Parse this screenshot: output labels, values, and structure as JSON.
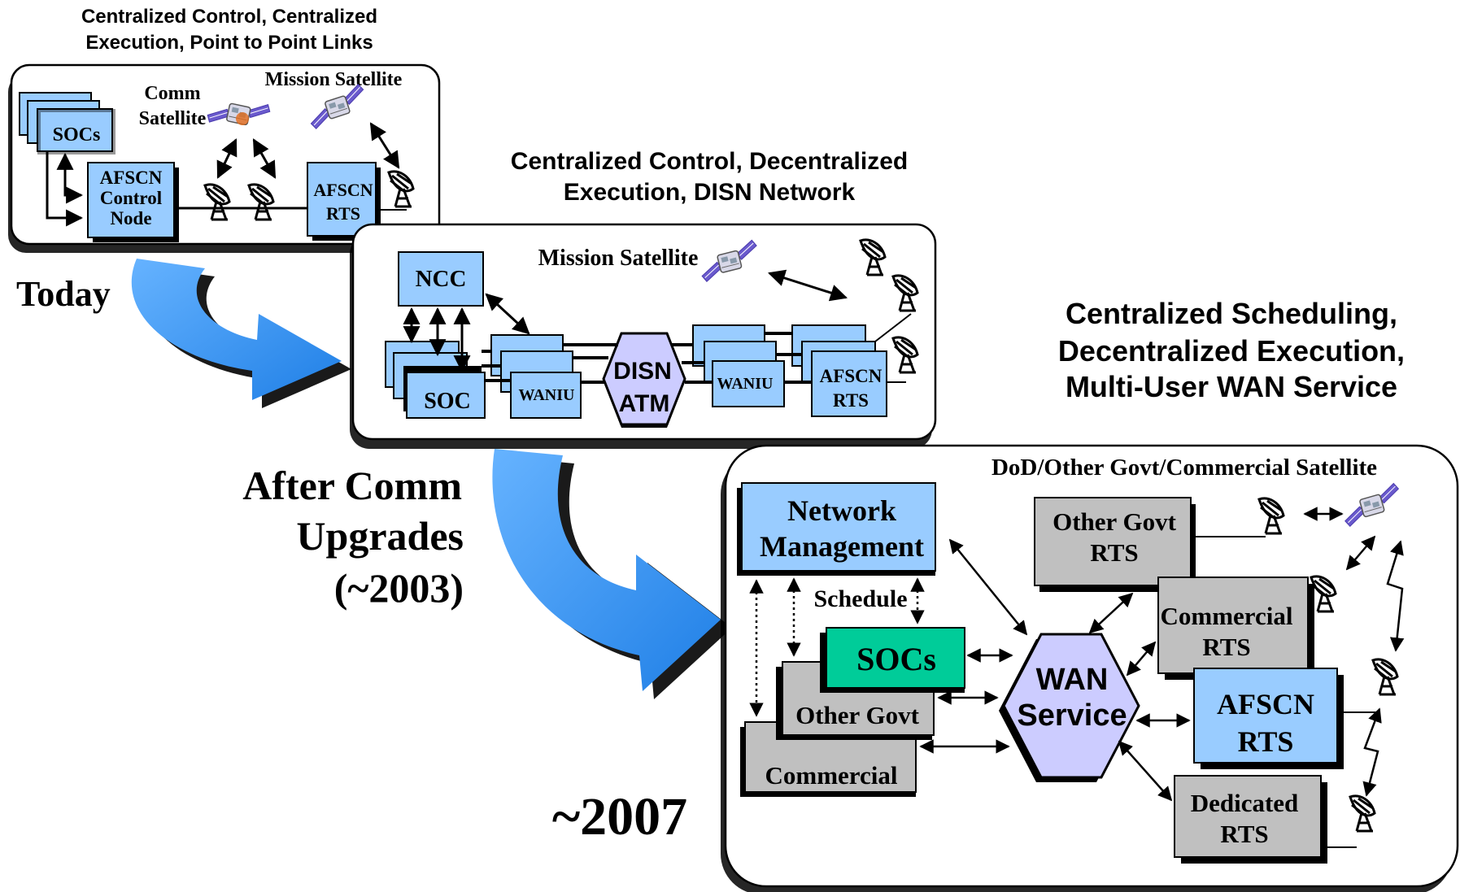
{
  "stage1": {
    "title_line1": "Centralized Control, Centralized",
    "title_line2": "Execution, Point to Point Links",
    "socs": "SOCs",
    "comm_sat_line1": "Comm",
    "comm_sat_line2": "Satellite",
    "mission_sat": "Mission Satellite",
    "afscn_line1": "AFSCN",
    "afscn_line2": "Control",
    "afscn_line3": "Node",
    "rts_line1": "AFSCN",
    "rts_line2": "RTS"
  },
  "stage2": {
    "title_line1": "Centralized Control, Decentralized",
    "title_line2": "Execution, DISN Network",
    "ncc": "NCC",
    "mission_sat": "Mission Satellite",
    "soc": "SOC",
    "waniu_left": "WANIU",
    "disn_line1": "DISN",
    "disn_line2": "ATM",
    "waniu_right": "WANIU",
    "rts_line1": "AFSCN",
    "rts_line2": "RTS"
  },
  "stage3": {
    "title_line1": "Centralized Scheduling,",
    "title_line2": "Decentralized Execution,",
    "title_line3": "Multi-User WAN Service",
    "sat_label": "DoD/Other Govt/Commercial Satellite",
    "netmgmt_line1": "Network",
    "netmgmt_line2": "Management",
    "schedule": "Schedule",
    "socs": "SOCs",
    "other_govt": "Other Govt",
    "commercial": "Commercial",
    "wan_line1": "WAN",
    "wan_line2": "Service",
    "og_rts_line1": "Other Govt",
    "og_rts_line2": "RTS",
    "com_rts_line1": "Commercial",
    "com_rts_line2": "RTS",
    "afscn_rts_line1": "AFSCN",
    "afscn_rts_line2": "RTS",
    "ded_rts_line1": "Dedicated",
    "ded_rts_line2": "RTS"
  },
  "timeline": {
    "today": "Today",
    "after_line1": "After Comm",
    "after_line2": "Upgrades",
    "after_line3": "(~2003)",
    "final": "~2007"
  },
  "colors": {
    "blue_box": "#99ccff",
    "gray_box": "#c0c0c0",
    "green_box": "#00cc99",
    "hex_fill": "#ccccff",
    "arrow_blue": "#3399ff"
  },
  "icons": {
    "satellite": "satellite-icon",
    "antenna": "dish-antenna-icon"
  }
}
